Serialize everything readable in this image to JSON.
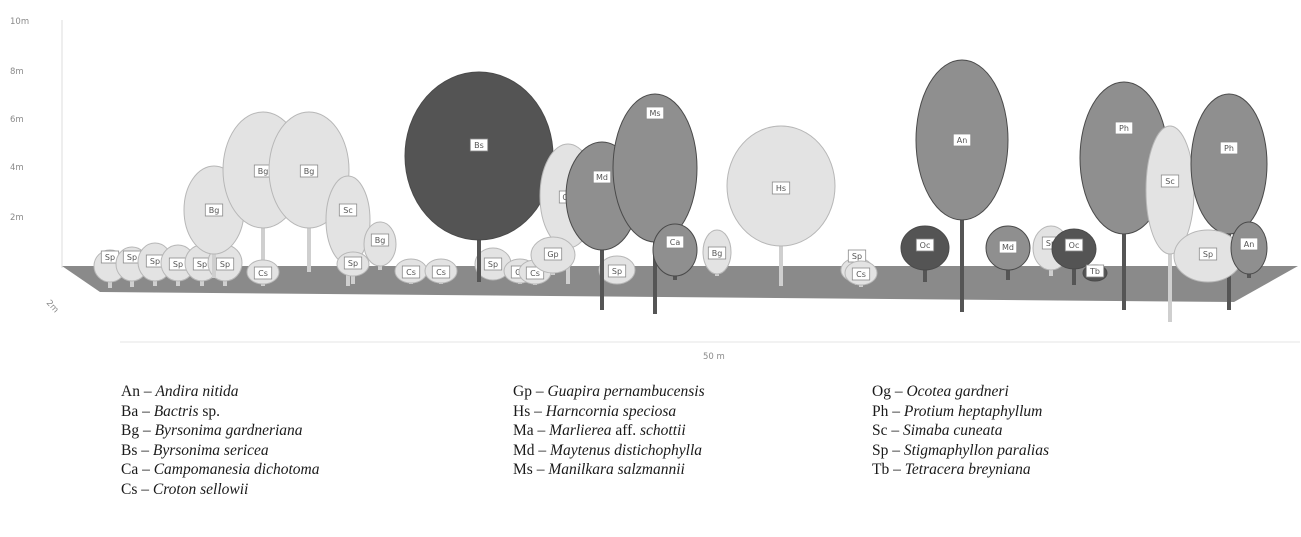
{
  "profile": {
    "y_ticks": [
      "10m",
      "8m",
      "6m",
      "4m",
      "2m"
    ],
    "depth_label": "2m",
    "length_label": "50 m",
    "trees": [
      {
        "code": "Sp",
        "tone": "light"
      },
      {
        "code": "Sp",
        "tone": "light"
      },
      {
        "code": "Sp",
        "tone": "light"
      },
      {
        "code": "Sp",
        "tone": "light"
      },
      {
        "code": "Sp",
        "tone": "light"
      },
      {
        "code": "Sp",
        "tone": "light"
      },
      {
        "code": "Bg",
        "tone": "light"
      },
      {
        "code": "Bg",
        "tone": "light"
      },
      {
        "code": "Bg",
        "tone": "light"
      },
      {
        "code": "Sc",
        "tone": "light"
      },
      {
        "code": "Bg",
        "tone": "light"
      },
      {
        "code": "Cs",
        "tone": "light"
      },
      {
        "code": "Sp",
        "tone": "light"
      },
      {
        "code": "Cs",
        "tone": "light"
      },
      {
        "code": "Cs",
        "tone": "light"
      },
      {
        "code": "Sp",
        "tone": "light"
      },
      {
        "code": "Cs",
        "tone": "light"
      },
      {
        "code": "Bs",
        "tone": "dark"
      },
      {
        "code": "Og",
        "tone": "light"
      },
      {
        "code": "Cs",
        "tone": "light"
      },
      {
        "code": "Gp",
        "tone": "light"
      },
      {
        "code": "Sp",
        "tone": "light"
      },
      {
        "code": "Md",
        "tone": "mid"
      },
      {
        "code": "Ms",
        "tone": "mid"
      },
      {
        "code": "Ca",
        "tone": "mid"
      },
      {
        "code": "Bg",
        "tone": "light"
      },
      {
        "code": "Hs",
        "tone": "light"
      },
      {
        "code": "Sp",
        "tone": "light"
      },
      {
        "code": "Cs",
        "tone": "light"
      },
      {
        "code": "Oc",
        "tone": "dark"
      },
      {
        "code": "An",
        "tone": "mid"
      },
      {
        "code": "Md",
        "tone": "mid"
      },
      {
        "code": "Sp",
        "tone": "light"
      },
      {
        "code": "Oc",
        "tone": "dark"
      },
      {
        "code": "Tb",
        "tone": "dark"
      },
      {
        "code": "Ph",
        "tone": "mid"
      },
      {
        "code": "Sc",
        "tone": "light"
      },
      {
        "code": "Ph",
        "tone": "mid"
      },
      {
        "code": "Sp",
        "tone": "light"
      },
      {
        "code": "An",
        "tone": "mid"
      }
    ]
  },
  "colors": {
    "light": "#e3e3e3",
    "mid": "#8f8f8f",
    "dark": "#545454",
    "ground": "#8a8a8a"
  },
  "legend": {
    "columns": [
      [
        {
          "code": "An –",
          "species": "Andira nitida",
          "suffix": ""
        },
        {
          "code": "Ba –",
          "species": "Bactris",
          "suffix": " sp."
        },
        {
          "code": "Bg –",
          "species": "Byrsonima gardneriana",
          "suffix": ""
        },
        {
          "code": "Bs –",
          "species": "Byrsonima sericea",
          "suffix": ""
        },
        {
          "code": "Ca –",
          "species": "Campomanesia dichotoma",
          "suffix": ""
        },
        {
          "code": "Cs –",
          "species": "Croton sellowii",
          "suffix": ""
        }
      ],
      [
        {
          "code": "Gp –",
          "species": "Guapira pernambucensis",
          "suffix": ""
        },
        {
          "code": "Hs –",
          "species": "Harncornia speciosa",
          "suffix": ""
        },
        {
          "code": "Ma –",
          "species": "Marlierea",
          "suffix": " aff. ",
          "species2": "schottii"
        },
        {
          "code": "Md –",
          "species": "Maytenus distichophylla",
          "suffix": ""
        },
        {
          "code": "Ms –",
          "species": "Manilkara salzmannii",
          "suffix": ""
        }
      ],
      [
        {
          "code": "Og –",
          "species": "Ocotea gardneri",
          "suffix": ""
        },
        {
          "code": "Ph –",
          "species": "Protium heptaphyllum",
          "suffix": ""
        },
        {
          "code": "Sc –",
          "species": "Simaba cuneata",
          "suffix": ""
        },
        {
          "code": "Sp –",
          "species": "Stigmaphyllon paralias",
          "suffix": ""
        },
        {
          "code": "Tb –",
          "species": "Tetracera breyniana",
          "suffix": ""
        }
      ]
    ]
  }
}
